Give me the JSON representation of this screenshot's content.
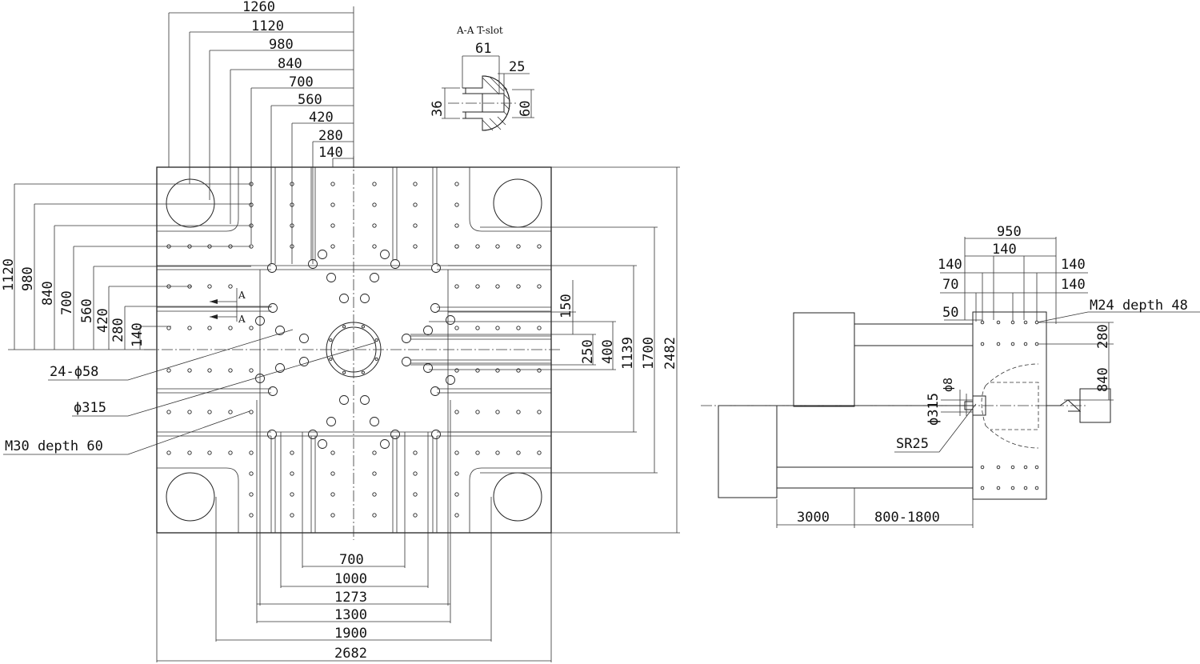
{
  "section_title": "A-A  T-slot",
  "section_marker": "A",
  "top_dims": [
    "1260",
    "1120",
    "980",
    "840",
    "700",
    "560",
    "420",
    "280",
    "140"
  ],
  "left_dims": [
    "1120",
    "980",
    "840",
    "700",
    "560",
    "420",
    "280",
    "140"
  ],
  "right_dims": [
    "150",
    "250",
    "400",
    "1139",
    "1700",
    "2482"
  ],
  "bottom_dims": [
    "700",
    "1000",
    "1273",
    "1300",
    "1900",
    "2682"
  ],
  "tslot_dims": [
    "61",
    "25",
    "36",
    "60"
  ],
  "callouts": {
    "holes": "24-ϕ58",
    "ring": "ϕ315",
    "thread": "M30 depth 60"
  },
  "side_view": {
    "top_dims": [
      "950",
      "140",
      "140",
      "140",
      "70",
      "140",
      "50"
    ],
    "thread": "M24 depth 48",
    "right_dims": [
      "280",
      "840"
    ],
    "phi8": "ϕ8",
    "phi315": "ϕ315",
    "sr": "SR25",
    "bottom_dims": [
      "3000",
      "800-1800"
    ]
  }
}
